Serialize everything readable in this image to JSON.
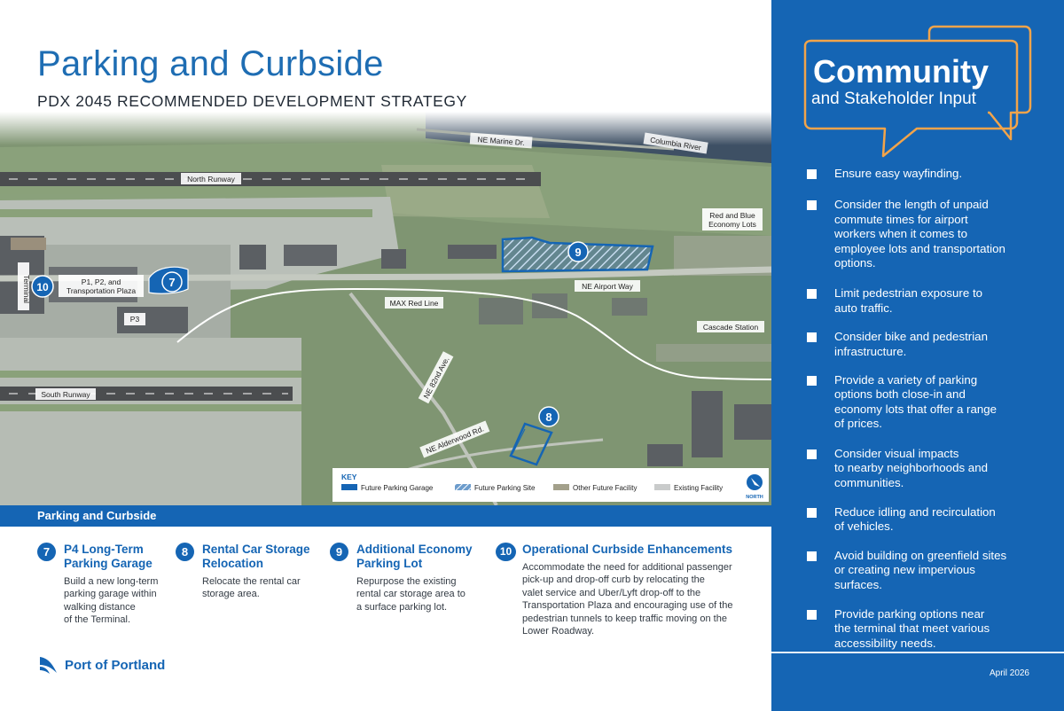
{
  "page": {
    "title": "Parking and Curbside",
    "subtitle": "PDX 2045 RECOMMENDED DEVELOPMENT STRATEGY"
  },
  "map": {
    "labels": {
      "marine_dr": "NE Marine Dr.",
      "columbia_river": "Columbia River",
      "north_runway": "North Runway",
      "south_runway": "South Runway",
      "terminal": "Terminal",
      "p1p2_line1": "P1, P2, and",
      "p1p2_line2": "Transportation Plaza",
      "p3": "P3",
      "max_red_line": "MAX Red Line",
      "airport_way": "NE Airport Way",
      "red_blue_line1": "Red and Blue",
      "red_blue_line2": "Economy Lots",
      "cascade_station": "Cascade Station",
      "ave_82nd": "NE 82nd Ave.",
      "alderwood": "NE Alderwood Rd."
    },
    "markers": {
      "m7": "7",
      "m8": "8",
      "m9": "9",
      "m10": "10"
    },
    "key": {
      "title": "KEY",
      "items": [
        {
          "label": "Future Parking Garage"
        },
        {
          "label": "Future Parking Site"
        },
        {
          "label": "Other Future Facility"
        },
        {
          "label": "Existing Facility"
        }
      ],
      "north": "NORTH"
    },
    "colors": {
      "accent": "#1565b4",
      "terrain": "#7e9472",
      "runway": "#4b4d4f"
    }
  },
  "section": {
    "title": "Parking and Curbside"
  },
  "projects": [
    {
      "num": "7",
      "title_lines": [
        "P4 Long-Term",
        "Parking Garage"
      ],
      "desc_lines": [
        "Build a new long-term",
        "parking garage within",
        "walking distance",
        "of the Terminal."
      ]
    },
    {
      "num": "8",
      "title_lines": [
        "Rental Car Storage",
        "Relocation"
      ],
      "desc_lines": [
        "Relocate the rental car",
        "storage area."
      ]
    },
    {
      "num": "9",
      "title_lines": [
        "Additional Economy",
        "Parking Lot"
      ],
      "desc_lines": [
        "Repurpose the existing",
        "rental car storage area to",
        "a surface parking lot."
      ]
    },
    {
      "num": "10",
      "title_lines": [
        "Operational Curbside Enhancements"
      ],
      "desc_lines": [
        "Accommodate the need for additional passenger",
        "pick-up and drop-off curb by relocating the",
        "valet service and Uber/Lyft drop-off to the",
        "Transportation Plaza and encouraging use of the",
        "pedestrian tunnels to keep traffic moving on the",
        "Lower Roadway."
      ]
    }
  ],
  "logo": {
    "text": "Port of Portland"
  },
  "panel": {
    "title": "Community",
    "subtitle": "and Stakeholder Input",
    "date": "April 2026",
    "colors": {
      "background": "#1565b4",
      "bubble": "#f2a44a"
    },
    "bullets": [
      [
        "Ensure easy wayfinding."
      ],
      [
        "Consider the length of unpaid",
        "commute times for airport",
        "workers when it comes to",
        "employee lots and transportation",
        "options."
      ],
      [
        "Limit pedestrian exposure to",
        "auto traffic."
      ],
      [
        "Consider bike and pedestrian",
        "infrastructure."
      ],
      [
        "Provide a variety of parking",
        "options both close-in and",
        "economy lots that offer a range",
        "of prices."
      ],
      [
        "Consider visual impacts",
        "to nearby neighborhoods and",
        "communities."
      ],
      [
        "Reduce idling and recirculation",
        "of vehicles."
      ],
      [
        "Avoid building on greenfield sites",
        "or creating new impervious",
        "surfaces."
      ],
      [
        "Provide parking options near",
        "the terminal that meet various",
        "accessibility needs."
      ]
    ]
  }
}
